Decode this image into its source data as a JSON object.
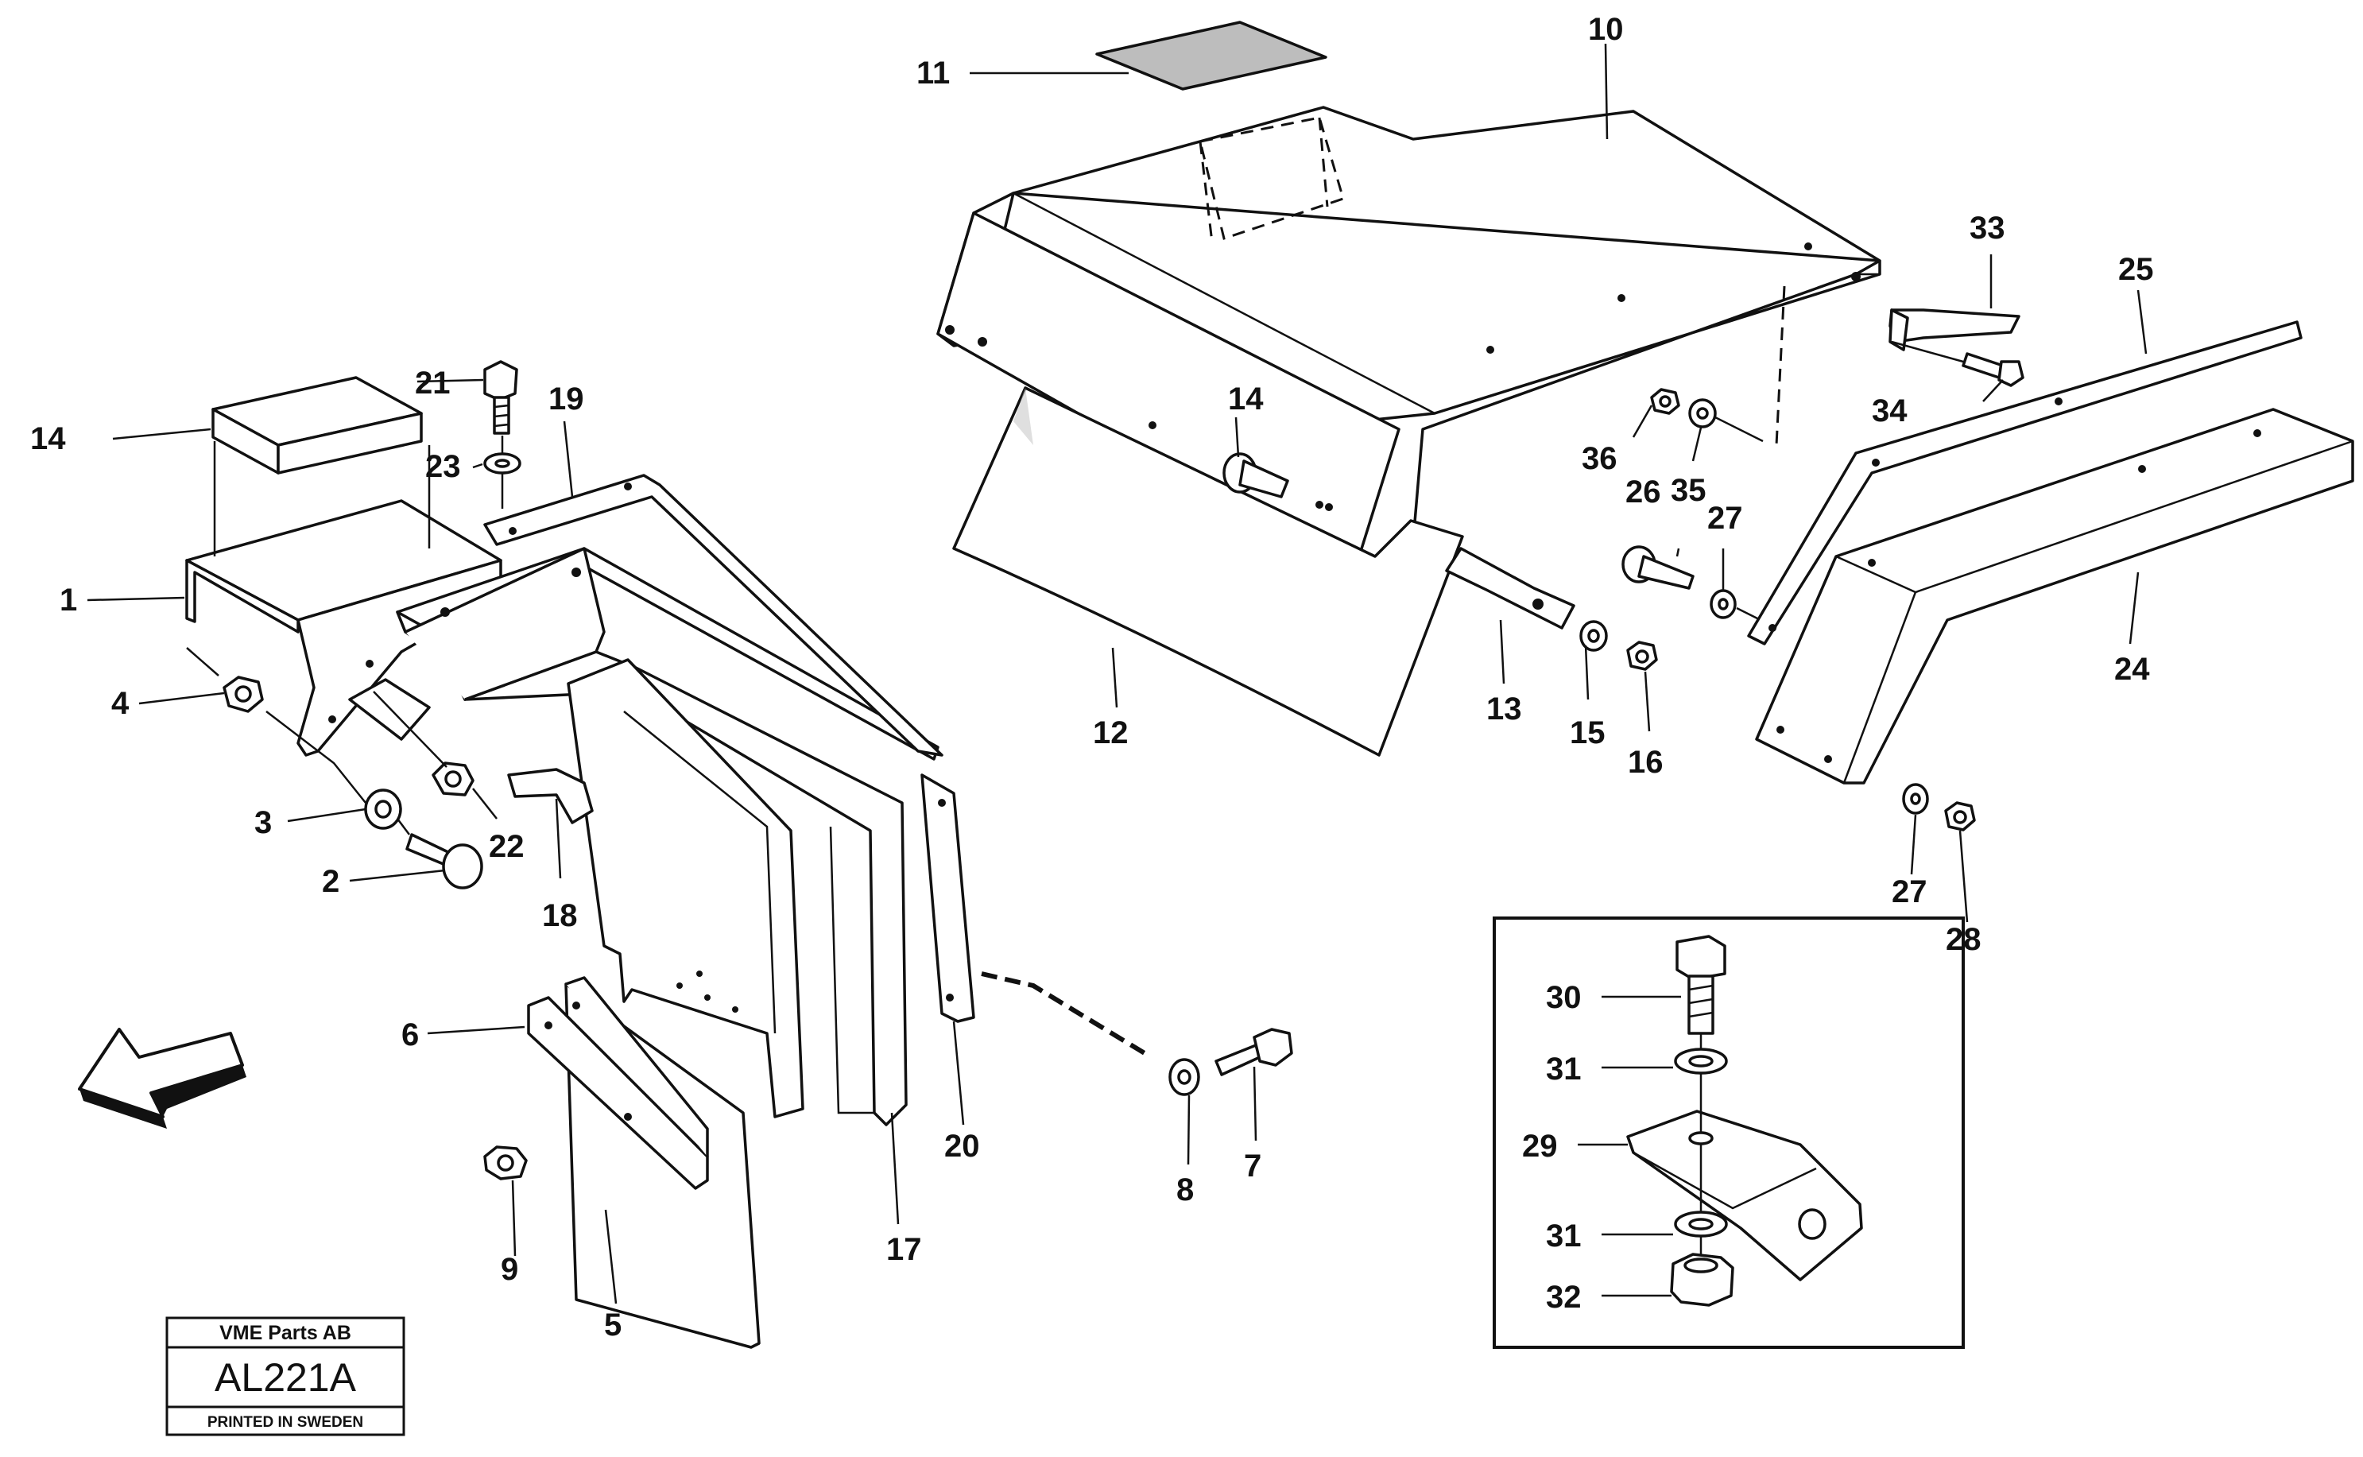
{
  "callouts": {
    "n1": "1",
    "n2": "2",
    "n3": "3",
    "n4": "4",
    "n5": "5",
    "n6": "6",
    "n7": "7",
    "n8": "8",
    "n9": "9",
    "n10": "10",
    "n11": "11",
    "n12": "12",
    "n13": "13",
    "n14a": "14",
    "n14b": "14",
    "n15": "15",
    "n16": "16",
    "n17": "17",
    "n18": "18",
    "n19": "19",
    "n20": "20",
    "n21": "21",
    "n22": "22",
    "n23": "23",
    "n24": "24",
    "n25": "25",
    "n26": "26",
    "n27a": "27",
    "n27b": "27",
    "n28": "28",
    "n29": "29",
    "n30": "30",
    "n31a": "31",
    "n31b": "31",
    "n32": "32",
    "n33": "33",
    "n34": "34",
    "n35": "35",
    "n36": "36"
  },
  "stamp": {
    "company": "VME Parts AB",
    "code": "AL221A",
    "footer": "PRINTED IN SWEDEN"
  }
}
